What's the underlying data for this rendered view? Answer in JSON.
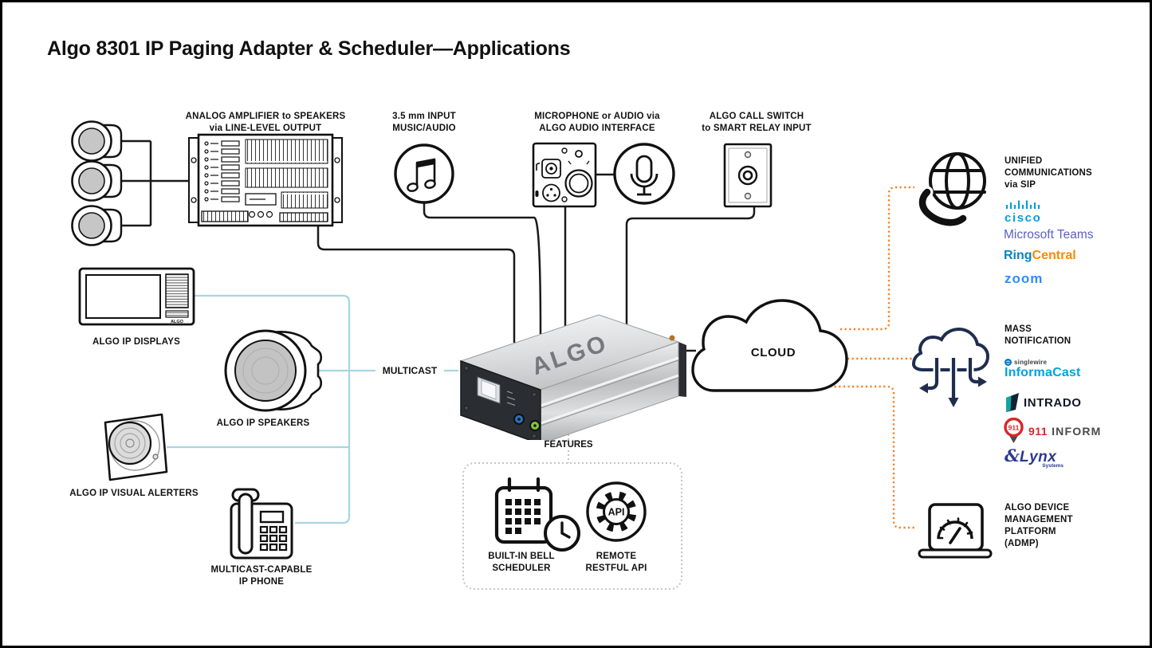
{
  "title": "Algo 8301 IP Paging Adapter & Scheduler—Applications",
  "nodes": {
    "amplifier": {
      "label": [
        "ANALOG AMPLIFIER to SPEAKERS",
        "via LINE-LEVEL OUTPUT"
      ]
    },
    "music_input": {
      "label": [
        "3.5 mm INPUT",
        "MUSIC/AUDIO"
      ]
    },
    "audio_interface": {
      "label": [
        "MICROPHONE or AUDIO via",
        "ALGO AUDIO INTERFACE"
      ]
    },
    "call_switch": {
      "label": [
        "ALGO CALL SWITCH",
        "to SMART RELAY INPUT"
      ]
    },
    "ip_displays": {
      "label": "ALGO IP DISPLAYS",
      "device_brand": "ALGO"
    },
    "ip_speakers": {
      "label": "ALGO IP SPEAKERS"
    },
    "visual_alerters": {
      "label": "ALGO IP VISUAL ALERTERS"
    },
    "ip_phone": {
      "label": [
        "MULTICAST-CAPABLE",
        "IP PHONE"
      ]
    },
    "multicast": {
      "label": "MULTICAST"
    },
    "device": {
      "brand": "ALGO"
    },
    "cloud": {
      "label": "CLOUD"
    },
    "features": {
      "label": "FEATURES",
      "bell": {
        "label": [
          "BUILT-IN BELL",
          "SCHEDULER"
        ]
      },
      "api": {
        "label": [
          "REMOTE",
          "RESTFUL API"
        ],
        "badge": "API"
      }
    },
    "uc": {
      "label": [
        "UNIFIED",
        "COMMUNICATIONS",
        "via SIP"
      ]
    },
    "mass": {
      "label": [
        "MASS",
        "NOTIFICATION"
      ]
    },
    "admp": {
      "label": [
        "ALGO DEVICE",
        "MANAGEMENT",
        "PLATFORM",
        "(ADMP)"
      ]
    }
  },
  "logos": {
    "cisco": "cisco",
    "microsoft_teams": "Microsoft Teams",
    "ringcentral": {
      "ring": "Ring",
      "central": "Central"
    },
    "zoom": "zoom",
    "singlewire": "singlewire",
    "informacast": "InformaCast",
    "intrado": "INTRADO",
    "inform911": {
      "badge": "911",
      "num": "911",
      "name": "INFORM"
    },
    "lynx": {
      "amp": "&",
      "name": "Lynx",
      "sub": "Systems"
    }
  },
  "colors": {
    "line_black": "#1a1a1a",
    "line_multicast_blue": "#a8d5e2",
    "line_cloud_orange": "#f47f25",
    "line_features_gray": "#c4c4c4",
    "mass_icon_navy": "#1f2d4d",
    "cisco_blue": "#049fd9",
    "teams_purple": "#5b5fc7",
    "ringcentral_blue": "#0685c5",
    "ringcentral_orange": "#ff8800",
    "zoom_blue": "#2d8cff",
    "informacast_blue": "#00a3e0",
    "intrado_navy": "#101826",
    "inform911_red": "#d9252a",
    "lynx_navy": "#2b3990"
  }
}
